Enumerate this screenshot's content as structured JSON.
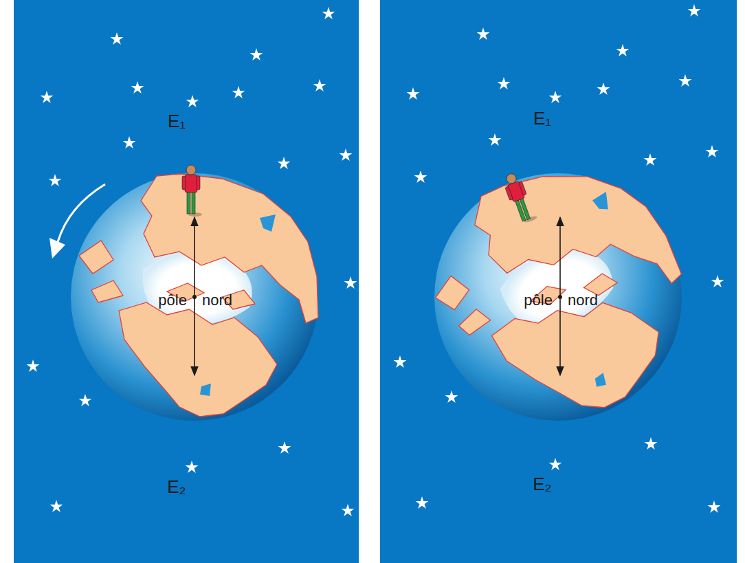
{
  "diagram": {
    "labels": [
      "E₁",
      "pôle nord",
      "E₂",
      "E₁",
      "pôle nord",
      "E₂"
    ]
  }
}
